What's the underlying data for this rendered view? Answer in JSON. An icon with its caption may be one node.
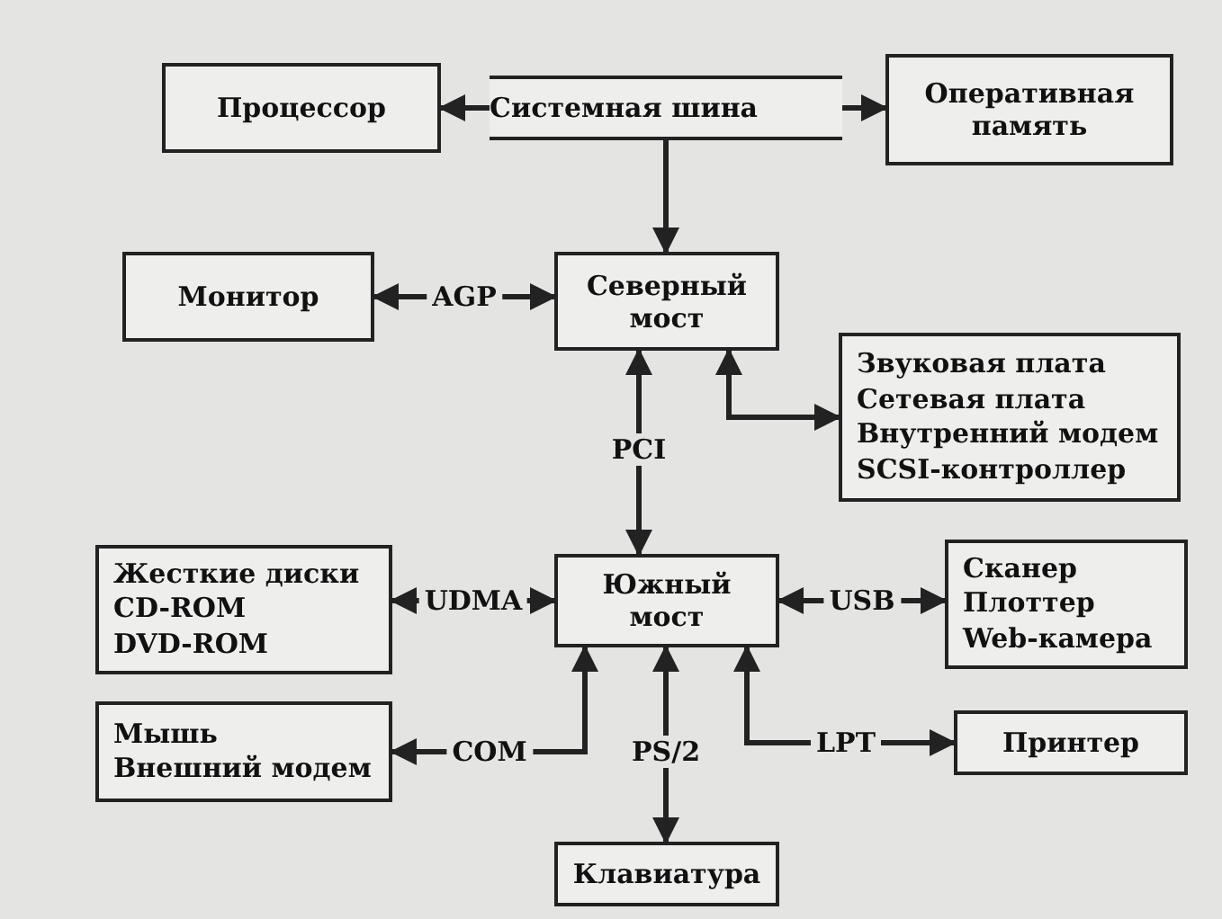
{
  "diagram": {
    "nodes": [
      {
        "text": [
          "Процессор"
        ]
      },
      {
        "text": [
          "Оперативная память"
        ]
      },
      {
        "text": [
          "Системная шина"
        ]
      },
      {
        "text": [
          "Северный мост"
        ]
      },
      {
        "text": [
          "Монитор"
        ]
      },
      {
        "text": [
          "Звуковая плата",
          "Сетевая плата",
          "Внутренний модем",
          "SCSI-контроллер"
        ]
      },
      {
        "text": [
          "Жесткие диски",
          "CD-ROM",
          "DVD-ROM"
        ]
      },
      {
        "text": [
          "Южный мост"
        ]
      },
      {
        "text": [
          "Сканер",
          "Плоттер",
          "Web-камера"
        ]
      },
      {
        "text": [
          "Мышь",
          "Внешний модем"
        ]
      },
      {
        "text": [
          "Принтер"
        ]
      },
      {
        "text": [
          "Клавиатура"
        ]
      }
    ],
    "edges": [
      {
        "from": 2,
        "to": 0,
        "arrow": "to"
      },
      {
        "from": 2,
        "to": 1,
        "arrow": "to"
      },
      {
        "from": 2,
        "to": 3,
        "arrow": "to"
      },
      {
        "from": 4,
        "to": 3,
        "arrow": "both",
        "label": "AGP"
      },
      {
        "from": 3,
        "to": 7,
        "arrow": "both",
        "label": "PCI"
      },
      {
        "from": 3,
        "to": 5,
        "arrow": "both"
      },
      {
        "from": 6,
        "to": 7,
        "arrow": "both",
        "label": "UDMA"
      },
      {
        "from": 7,
        "to": 8,
        "arrow": "both",
        "label": "USB"
      },
      {
        "from": 9,
        "to": 7,
        "arrow": "both",
        "label": "COM"
      },
      {
        "from": 7,
        "to": 11,
        "arrow": "both",
        "label": "PS/2"
      },
      {
        "from": 7,
        "to": 10,
        "arrow": "both",
        "label": "LPT"
      }
    ]
  }
}
